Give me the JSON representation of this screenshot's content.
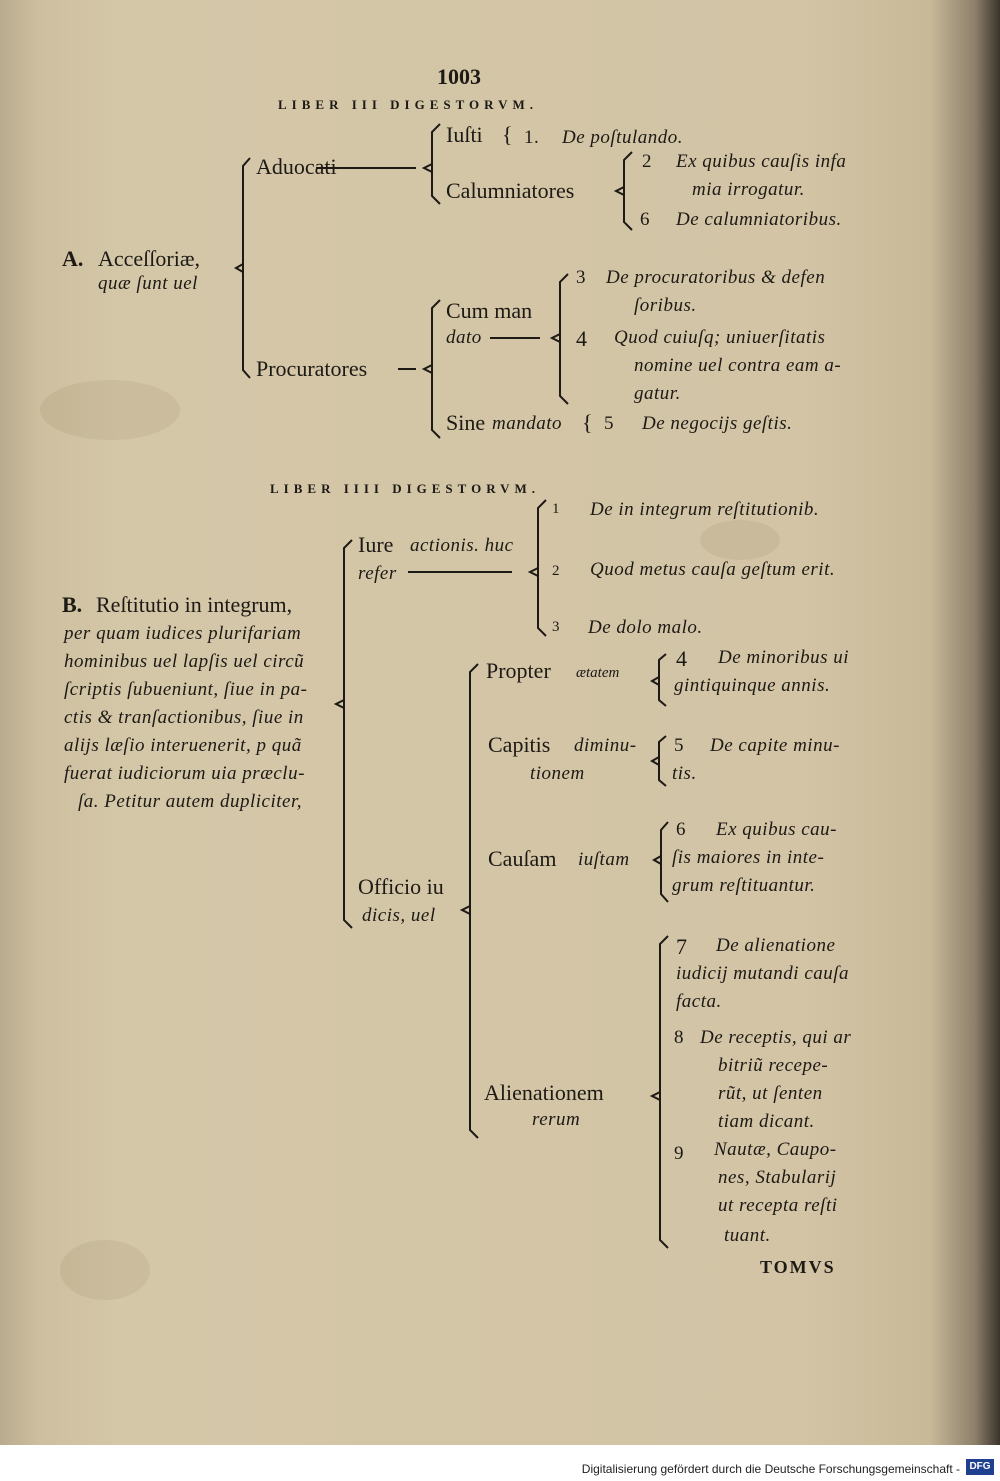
{
  "page": {
    "number": "1003",
    "header_a": "LIBER III DIGESTORVM.",
    "header_b": "LIBER IIII DIGESTORVM.",
    "catchword": "TOMVS"
  },
  "section_a": {
    "label": "A.",
    "title_1": "Acceſſoriæ,",
    "title_2": "quæ ſunt uel",
    "aduocati": "Aduocati",
    "iusti": "Iuſti",
    "iusti_num": "1.",
    "iusti_item": "De poſtulando.",
    "calumniatores": "Calumniatores",
    "cal_num_1": "2",
    "cal_item_1a": "Ex quibus cauſis infa",
    "cal_item_1b": "mia irrogatur.",
    "cal_num_2": "6",
    "cal_item_2": "De calumniatoribus.",
    "procuratores": "Procuratores",
    "cum_mandato_1": "Cum man",
    "cum_mandato_2": "dato",
    "pr_num_1": "3",
    "pr_item_1a": "De procuratoribus & defen",
    "pr_item_1b": "ſoribus.",
    "pr_num_2": "4",
    "pr_item_2a": "Quod cuiuſq; uniuerſitatis",
    "pr_item_2b": "nomine uel contra eam a-",
    "pr_item_2c": "gatur.",
    "sine_mandato_1": "Sine",
    "sine_mandato_2": "mandato",
    "sine_num": "5",
    "sine_item": "De negocijs geſtis."
  },
  "section_b": {
    "label": "B.",
    "text_1": "Reſtitutio in integrum,",
    "text_2": "per quam iudices plurifariam",
    "text_3": "hominibus uel lapſis uel circũ",
    "text_4": "ſcriptis ſubueniunt, ſiue in pa-",
    "text_5": "ctis & tranſactionibus, ſiue in",
    "text_6": "alijs læſio interuenerit, p quã",
    "text_7": "fuerat iudiciorum uia præclu-",
    "text_8": "ſa. Petitur autem dupliciter,",
    "iure_1a": "Iure",
    "iure_1b": "actionis. huc",
    "iure_2": "refer",
    "ir_num_1": "1",
    "ir_item_1": "De in integrum reſtitutionib.",
    "ir_num_2": "2",
    "ir_item_2": "Quod metus cauſa geſtum erit.",
    "ir_num_3": "3",
    "ir_item_3": "De dolo malo.",
    "officio_1": "Officio iu",
    "officio_2": "dicis, uel",
    "propter_1": "Propter",
    "propter_2": "ætatem",
    "p_num": "4",
    "p_item_a": "De minoribus ui",
    "p_item_b": "gintiquinque annis.",
    "capitis_1": "Capitis",
    "capitis_1b": "diminu-",
    "capitis_2": "tionem",
    "c_num": "5",
    "c_item_a": "De capite minu-",
    "c_item_b": "tis.",
    "causam_1": "Cauſam",
    "causam_1b": "iuſtam",
    "ca_num": "6",
    "ca_item_a": "Ex quibus cau-",
    "ca_item_b": "ſis maiores in inte-",
    "ca_item_c": "grum reſtituantur.",
    "alien_1": "Alienationem",
    "alien_2": "rerum",
    "al_num_1": "7",
    "al_item_1a": "De alienatione",
    "al_item_1b": "iudicij mutandi cauſa",
    "al_item_1c": "facta.",
    "al_num_2": "8",
    "al_item_2a": "De receptis, qui ar",
    "al_item_2b": "bitriũ recepe-",
    "al_item_2c": "rũt, ut ſenten",
    "al_item_2d": "tiam dicant.",
    "al_num_3": "9",
    "al_item_3a": "Nautæ, Caupo-",
    "al_item_3b": "nes, Stabularij",
    "al_item_3c": "ut recepta reſti",
    "al_item_3d": "tuant."
  },
  "footer": {
    "credit": "Digitalisierung gefördert durch die Deutsche Forschungsgemeinschaft -",
    "logo": "DFG",
    "logo_icon": "dfg-logo-icon"
  },
  "colors": {
    "paper": "#d2c4a5",
    "ink": "#1d1914",
    "background": "#2b2620",
    "logo_blue": "#1f3f8f"
  }
}
